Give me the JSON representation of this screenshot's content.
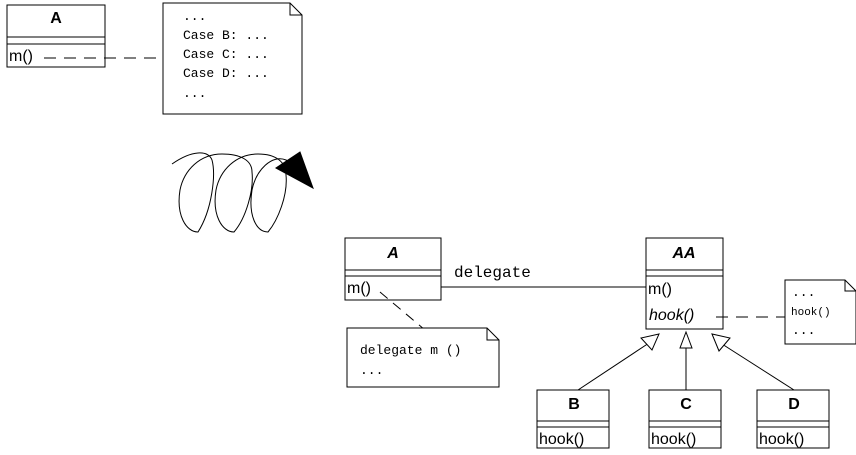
{
  "top": {
    "class_a": {
      "name": "A",
      "method": "m()"
    },
    "note": {
      "lines": [
        "...",
        "Case B: ...",
        "Case C: ...",
        "Case D: ...",
        "..."
      ]
    }
  },
  "bottom": {
    "class_a": {
      "name": "A",
      "method": "m()"
    },
    "delegate_label": "delegate",
    "note_a": {
      "lines": [
        "delegate m ()",
        "..."
      ]
    },
    "class_aa": {
      "name": "AA",
      "methods": [
        "m()",
        "hook()"
      ]
    },
    "note_aa": {
      "lines": [
        "...",
        "hook()",
        "..."
      ]
    },
    "subclasses": [
      {
        "name": "B",
        "method": "hook()"
      },
      {
        "name": "C",
        "method": "hook()"
      },
      {
        "name": "D",
        "method": "hook()"
      }
    ]
  }
}
